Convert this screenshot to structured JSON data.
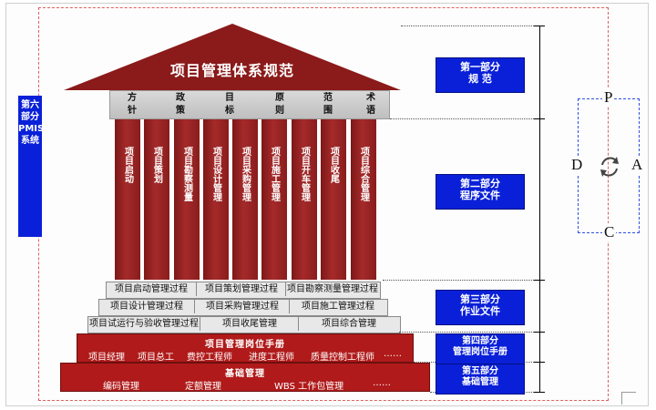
{
  "title": "项目管理体系规范",
  "principles": [
    "方\n针",
    "政\n策",
    "目\n标",
    "原\n则",
    "范\n围",
    "术\n语"
  ],
  "columns": [
    "项目启动",
    "项目策划",
    "项目勘察测量",
    "项目设计管理",
    "项目采购管理",
    "项目施工管理",
    "项目开车管理",
    "项目收尾",
    "项目综合管理"
  ],
  "process_rows": [
    [
      "项目启动管理过程",
      "项目策划管理过程",
      "项目勘察测量管理过程"
    ],
    [
      "项目设计管理过程",
      "项目采购管理过程",
      "项目施工管理过程"
    ],
    [
      "项目试运行与验收管理过程",
      "项目收尾管理",
      "项目综合管理"
    ]
  ],
  "handbook": {
    "title": "项目管理岗位手册",
    "items": [
      "项目经理",
      "项目总工",
      "费控工程师",
      "进度工程师",
      "质量控制工程师",
      "……"
    ]
  },
  "foundation": {
    "title": "基础管理",
    "items": [
      "编码管理",
      "定额管理",
      "WBS 工作包管理",
      "……"
    ]
  },
  "left_label": "第六部分\nPMIS系统",
  "parts": [
    {
      "line1": "第一部分",
      "line2": "规 范"
    },
    {
      "line1": "第二部分",
      "line2": "程序文件"
    },
    {
      "line1": "第三部分",
      "line2": "作业文件"
    },
    {
      "line1": "第四部分",
      "line2": "管理岗位手册"
    },
    {
      "line1": "第五部分",
      "line2": "基础管理"
    }
  ],
  "pdca": {
    "top": "P",
    "left": "D",
    "right": "A",
    "bottom": "C",
    "cycle_icon": "cycle-arrows-icon"
  },
  "colors": {
    "temple_red": "#8b1a1a",
    "part_blue": "#0a20d8",
    "foundation_red": "#b01a1a"
  }
}
